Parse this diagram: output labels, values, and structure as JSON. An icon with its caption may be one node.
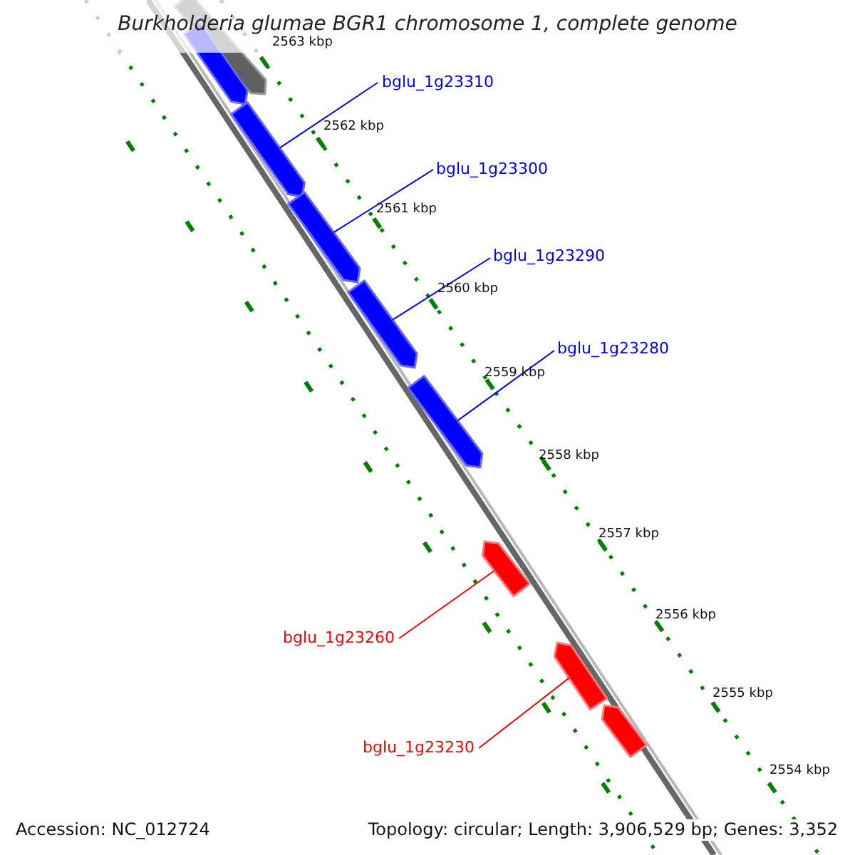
{
  "diagram": {
    "title": "Burkholderia glumae BGR1 chromosome 1, complete genome",
    "nodes": [
      {
        "text": [
          "bglu_1g23310"
        ]
      },
      {
        "text": [
          "bglu_1g23300"
        ]
      },
      {
        "text": [
          "bglu_1g23290"
        ]
      },
      {
        "text": [
          "bglu_1g23280"
        ]
      },
      {
        "text": [
          "bglu_1g23260"
        ]
      },
      {
        "text": [
          "bglu_1g23230"
        ]
      },
      {
        "text": [],
        "shape": "arrow"
      },
      {
        "text": [],
        "shape": "arrow"
      },
      {
        "text": [],
        "shape": "arrow"
      },
      {
        "text": [],
        "shape": "arrow"
      },
      {
        "text": [],
        "shape": "arrow"
      },
      {
        "text": [],
        "shape": "arrow"
      },
      {
        "text": [],
        "shape": "arrow"
      },
      {
        "text": [],
        "shape": "arrow"
      },
      {
        "text": [],
        "shape": "arrow"
      }
    ],
    "edges": [
      {
        "from": 0,
        "to": 8,
        "arrow": "none",
        "color": "#0000ff"
      },
      {
        "from": 1,
        "to": 9,
        "arrow": "none",
        "color": "#0000ff"
      },
      {
        "from": 2,
        "to": 10,
        "arrow": "none",
        "color": "#0000ff"
      },
      {
        "from": 3,
        "to": 11,
        "arrow": "none",
        "color": "#0000ff"
      },
      {
        "from": 4,
        "to": 12,
        "arrow": "none",
        "color": "#ff0000"
      },
      {
        "from": 5,
        "to": 13,
        "arrow": "none",
        "color": "#ff0000"
      }
    ],
    "labels": [
      "2563 kbp",
      "2562 kbp",
      "2561 kbp",
      "2560 kbp",
      "2559 kbp",
      "2558 kbp",
      "2557 kbp",
      "2556 kbp",
      "2555 kbp",
      "2554 kbp",
      "Accession: NC_012724",
      "Topology: circular; Length: 3,906,529 bp; Genes: 3,352"
    ]
  }
}
